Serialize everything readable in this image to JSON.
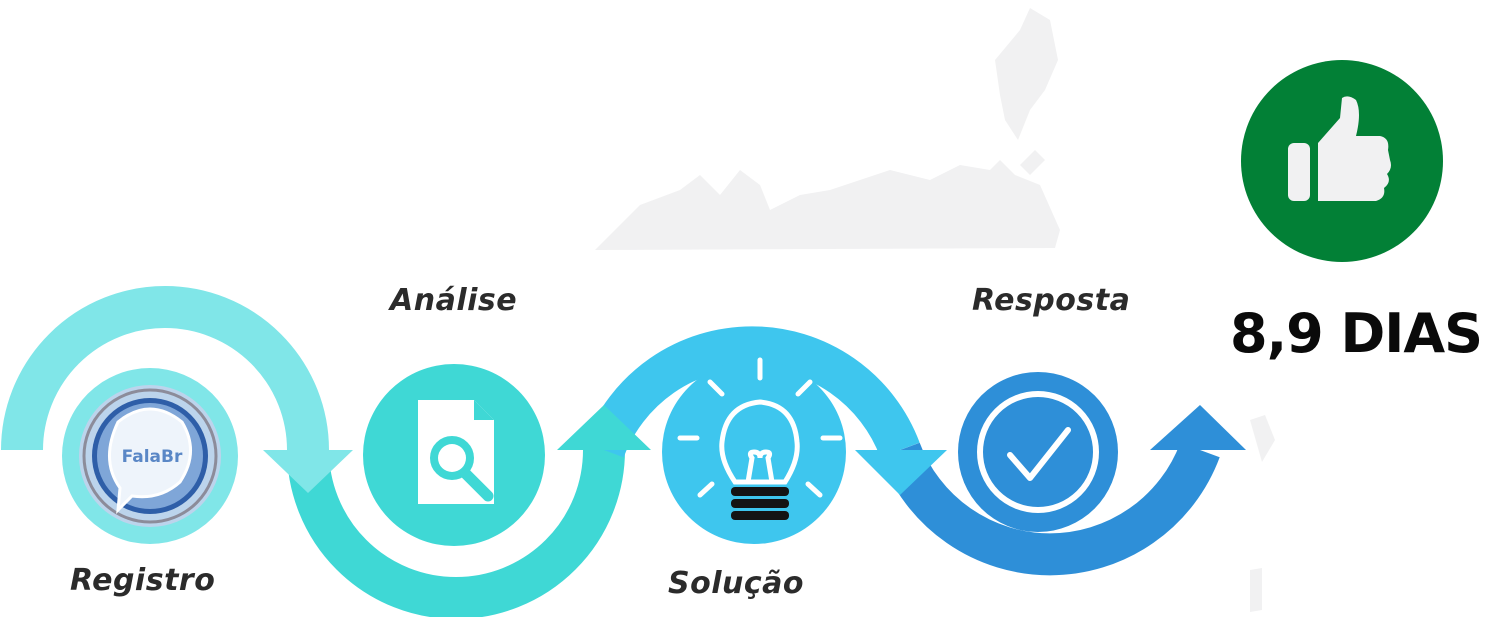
{
  "steps": [
    {
      "id": "registro",
      "label": "Registro",
      "icon": "falabr-logo-icon",
      "color": "#80e6e8"
    },
    {
      "id": "analise",
      "label": "Análise",
      "icon": "document-search-icon",
      "color": "#3fd8d5"
    },
    {
      "id": "solucao",
      "label": "Solução",
      "icon": "lightbulb-icon",
      "color": "#3ec6ee"
    },
    {
      "id": "resposta",
      "label": "Resposta",
      "icon": "check-circle-icon",
      "color": "#2e8fd8"
    }
  ],
  "logo": {
    "text": "FalaBr"
  },
  "result": {
    "duration": "8,9 DIAS",
    "icon": "thumbs-up-icon",
    "color": "#028036"
  }
}
